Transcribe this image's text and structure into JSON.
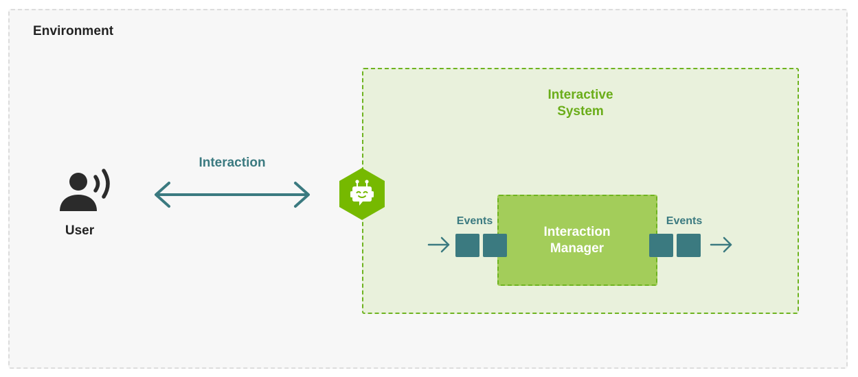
{
  "environment": {
    "title": "Environment"
  },
  "user": {
    "label": "User",
    "icon": "user-speaking-icon"
  },
  "interaction": {
    "label": "Interaction",
    "icon": "double-arrow-icon"
  },
  "interactive_system": {
    "title_line1": "Interactive",
    "title_line2": "System",
    "badge_icon": "robot-icon"
  },
  "interaction_manager": {
    "title_line1": "Interaction",
    "title_line2": "Manager"
  },
  "events": {
    "input_label": "Events",
    "output_label": "Events"
  },
  "colors": {
    "environment_bg": "#f7f7f7",
    "teal": "#3b7a80",
    "green": "#6eb31f",
    "system_bg": "#e9f1dc",
    "manager_bg": "#a3cd5a",
    "badge": "#76b900"
  }
}
